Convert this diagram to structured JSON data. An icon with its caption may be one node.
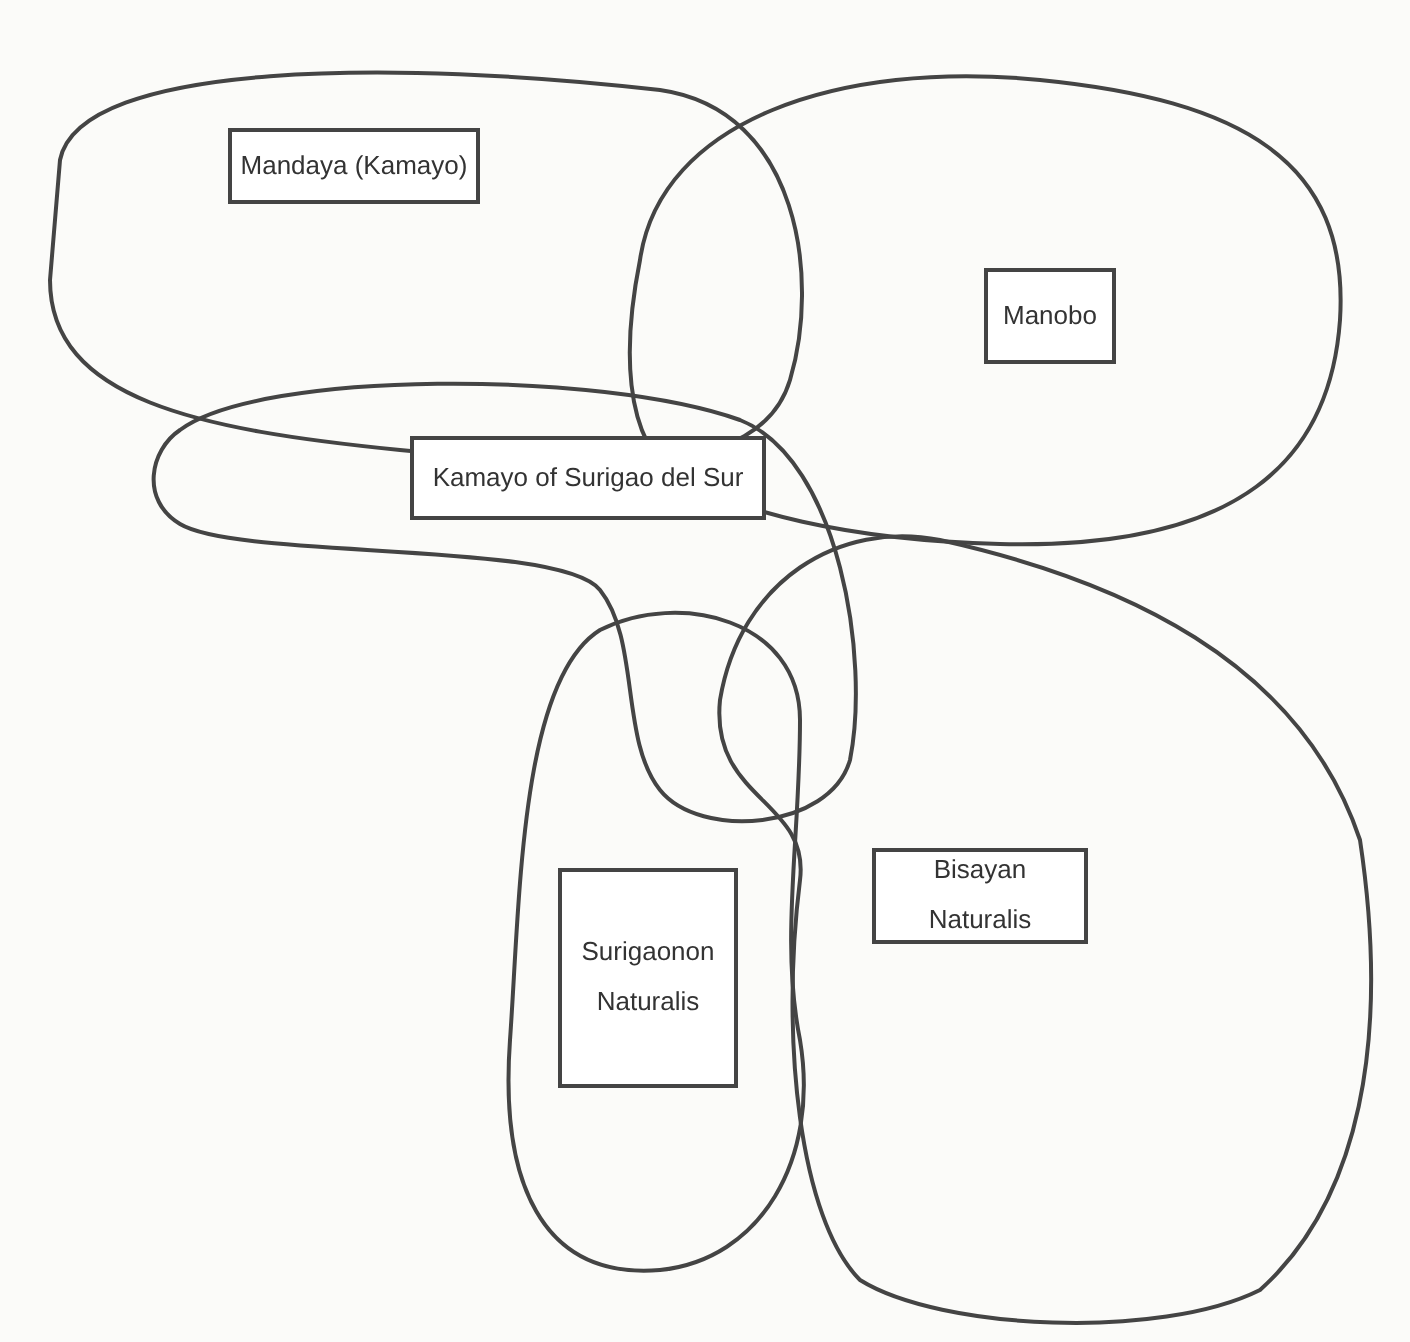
{
  "diagram": {
    "nodes": [
      {
        "text": [
          "Mandaya (Kamayo)"
        ]
      },
      {
        "text": [
          "Manobo"
        ]
      },
      {
        "text": [
          "Kamayo of Surigao del Sur"
        ]
      },
      {
        "text": [
          "Surigaonon Naturalis"
        ]
      },
      {
        "text": [
          "Bisayan Naturalis"
        ]
      }
    ]
  }
}
